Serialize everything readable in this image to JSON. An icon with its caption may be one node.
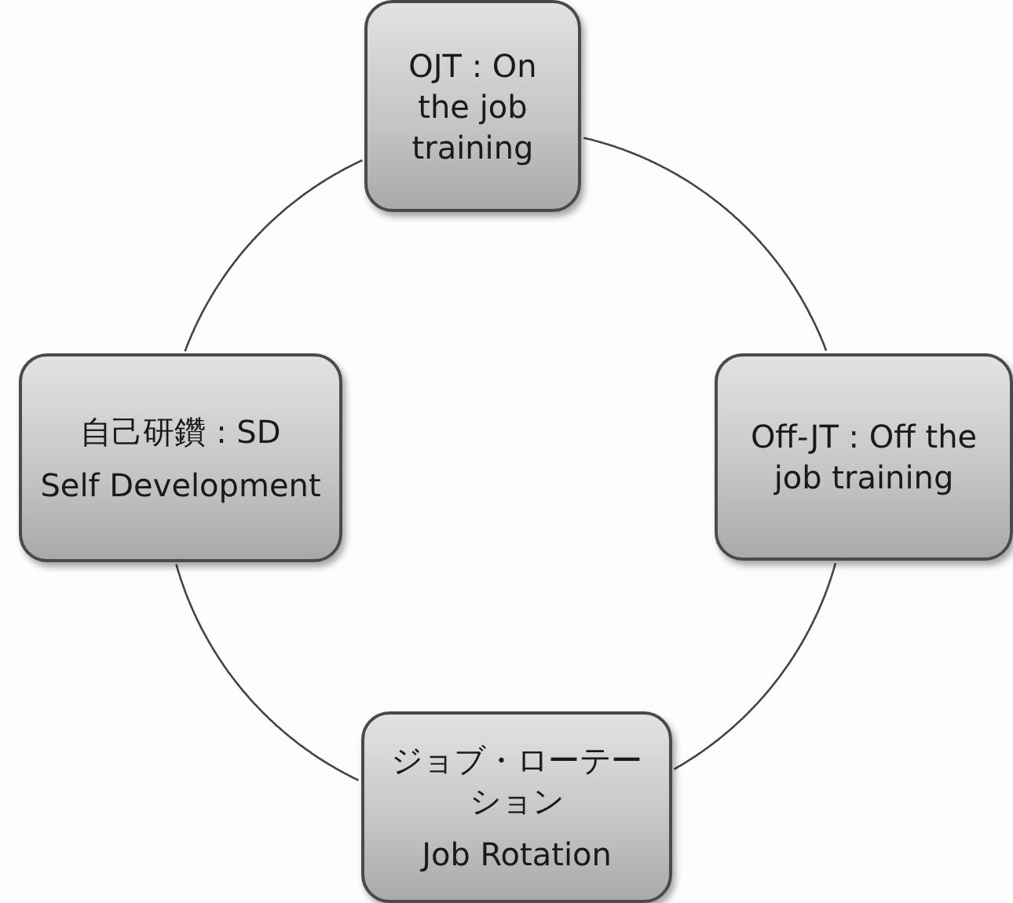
{
  "diagram": {
    "nodes": [
      {
        "text": [
          "OJT : On the job training"
        ]
      },
      {
        "text": [
          "Off-JT : Off the job training"
        ]
      },
      {
        "text": [
          "ジョブ・ローテーション",
          "Job Rotation"
        ]
      },
      {
        "text": [
          "自己研鑽 : SD",
          "Self Development"
        ]
      }
    ],
    "edges": [
      {
        "from": 0,
        "to": 1,
        "arrow": "none"
      },
      {
        "from": 1,
        "to": 2,
        "arrow": "none"
      },
      {
        "from": 2,
        "to": 3,
        "arrow": "none"
      },
      {
        "from": 3,
        "to": 0,
        "arrow": "none"
      }
    ]
  }
}
